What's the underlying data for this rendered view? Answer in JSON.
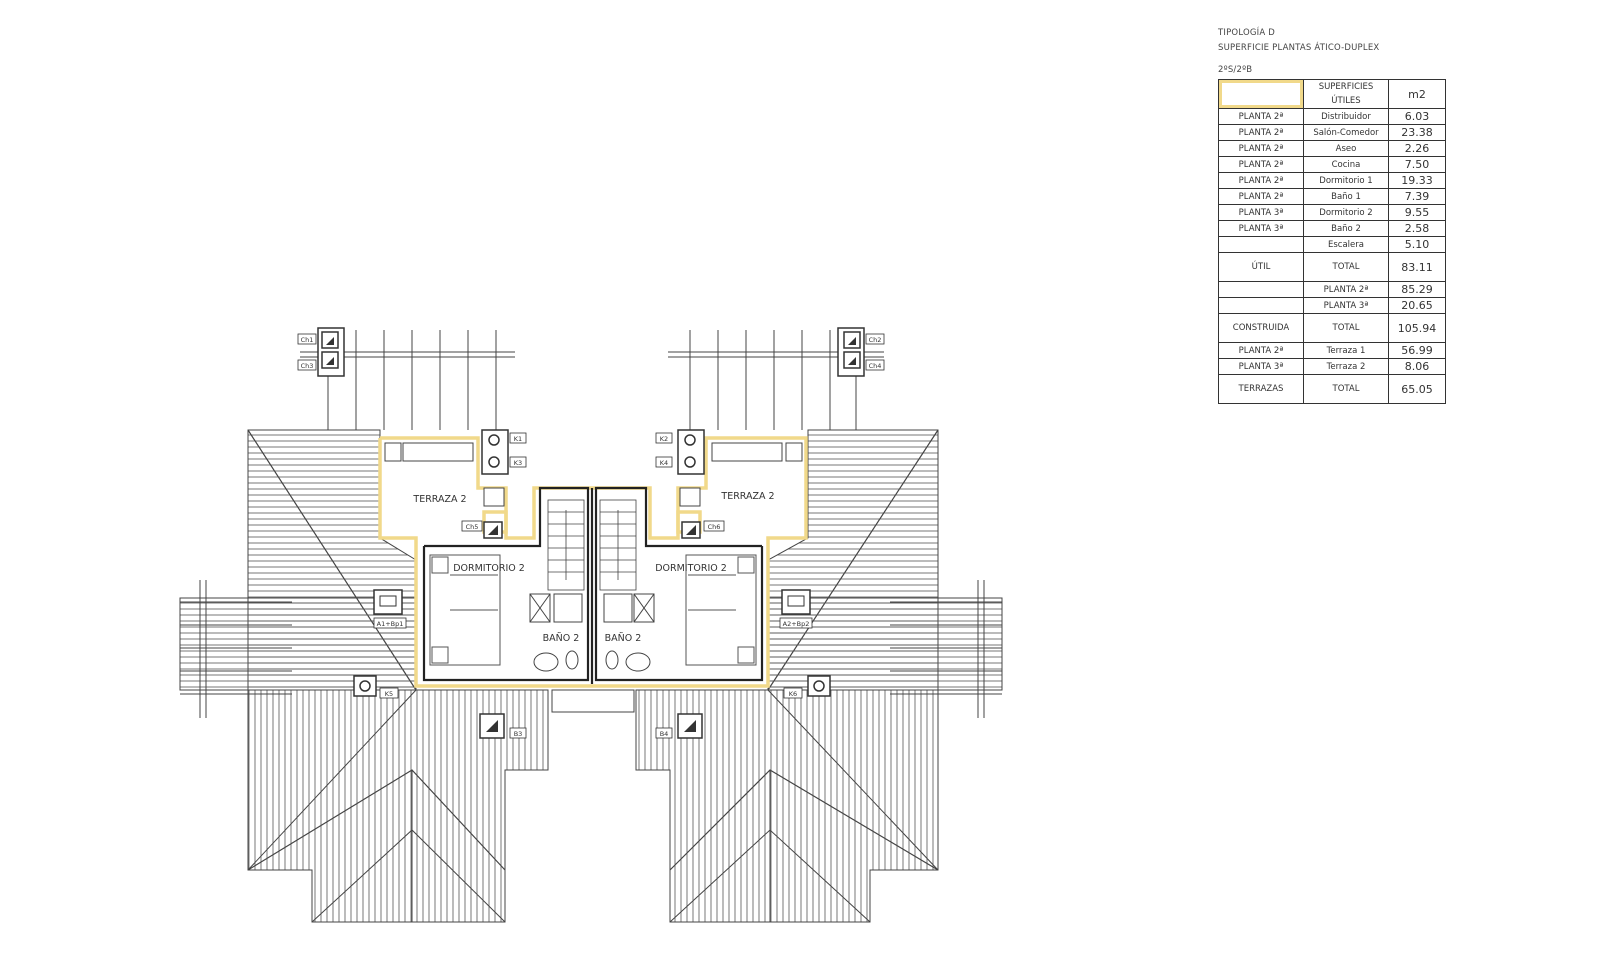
{
  "header": {
    "tipologia": "TIPOLOGÍA D",
    "superficie": "SUPERFICIE PLANTAS ÁTICO-DUPLEX",
    "units": "2ºS/2ºB"
  },
  "table": {
    "col_surfaces": "SUPERFICIES ÚTILES",
    "col_m2": "m2",
    "rows": [
      {
        "floor": "PLANTA 2ª",
        "room": "Distribuidor",
        "m2": "6.03"
      },
      {
        "floor": "PLANTA 2ª",
        "room": "Salón-Comedor",
        "m2": "23.38"
      },
      {
        "floor": "PLANTA 2ª",
        "room": "Aseo",
        "m2": "2.26"
      },
      {
        "floor": "PLANTA 2ª",
        "room": "Cocina",
        "m2": "7.50"
      },
      {
        "floor": "PLANTA 2ª",
        "room": "Dormitorio 1",
        "m2": "19.33"
      },
      {
        "floor": "PLANTA 2ª",
        "room": "Baño 1",
        "m2": "7.39"
      },
      {
        "floor": "PLANTA 3ª",
        "room": "Dormitorio 2",
        "m2": "9.55"
      },
      {
        "floor": "PLANTA 3ª",
        "room": "Baño 2",
        "m2": "2.58"
      },
      {
        "floor": "",
        "room": "Escalera",
        "m2": "5.10"
      }
    ],
    "util_total": {
      "label": "ÚTIL",
      "total": "TOTAL",
      "m2": "83.11"
    },
    "built_rows": [
      {
        "floor": "",
        "room": "PLANTA 2ª",
        "m2": "85.29"
      },
      {
        "floor": "",
        "room": "PLANTA 3ª",
        "m2": "20.65"
      }
    ],
    "built_total": {
      "label": "CONSTRUIDA",
      "total": "TOTAL",
      "m2": "105.94"
    },
    "terrace_rows": [
      {
        "floor": "PLANTA 2ª",
        "room": "Terraza 1",
        "m2": "56.99"
      },
      {
        "floor": "PLANTA 3ª",
        "room": "Terraza 2",
        "m2": "8.06"
      }
    ],
    "terrace_total": {
      "label": "TERRAZAS",
      "total": "TOTAL",
      "m2": "65.05"
    }
  },
  "plan": {
    "rooms": {
      "terrace_left": "TERRAZA 2",
      "terrace_right": "TERRAZA 2",
      "bedroom_left": "DORMITORIO 2",
      "bedroom_right": "DORMITORIO 2",
      "bath_left": "BAÑO 2",
      "bath_right": "BAÑO 2"
    },
    "tags": {
      "ch1": "Ch1",
      "ch3": "Ch3",
      "ch2": "Ch2",
      "ch4": "Ch4",
      "k1": "K1",
      "k3": "K3",
      "k2": "K2",
      "k4": "K4",
      "ch5": "Ch5",
      "ch6": "Ch6",
      "a1": "A1+Bp1",
      "a2": "A2+Bp2",
      "k5": "K5",
      "k6": "K6",
      "b3": "B3",
      "b4": "B4"
    },
    "colors": {
      "highlight": "#f1d98a",
      "line": "#3a3a3a",
      "wall": "#222222"
    }
  }
}
